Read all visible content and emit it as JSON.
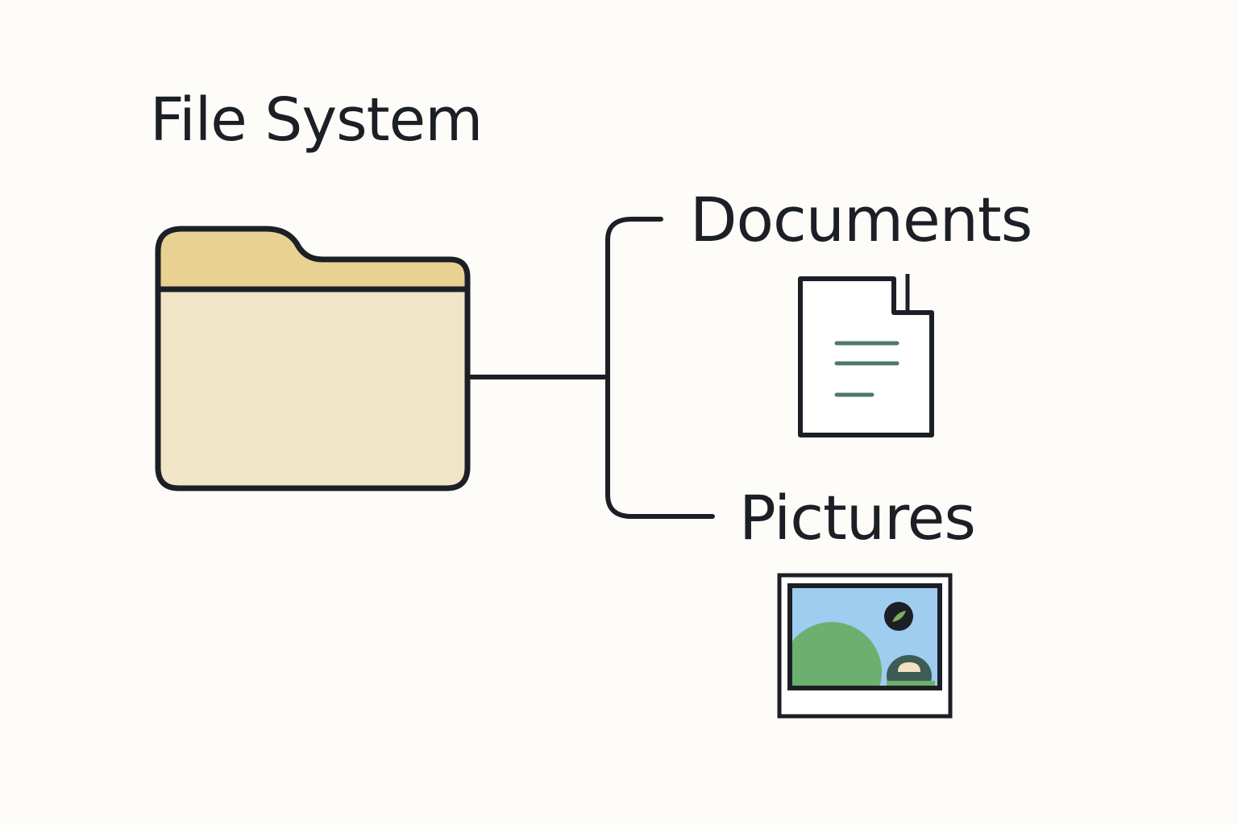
{
  "diagram": {
    "title": "File System",
    "root": {
      "label": "File System",
      "icon": "folder-icon",
      "colors": {
        "tab": "#e8d193",
        "body": "#f1e5c8",
        "outline": "#1c1f26"
      }
    },
    "children": [
      {
        "label": "Documents",
        "icon": "document-icon",
        "colors": {
          "text_lines": "#4f7a65",
          "outline": "#1c1f26"
        }
      },
      {
        "label": "Pictures",
        "icon": "picture-icon",
        "colors": {
          "sky": "#9fcdf0",
          "hill": "#6bb06e",
          "sun": "#1c1f26",
          "frame": "#1c1f26"
        }
      }
    ],
    "connector_color": "#1c1f26"
  }
}
